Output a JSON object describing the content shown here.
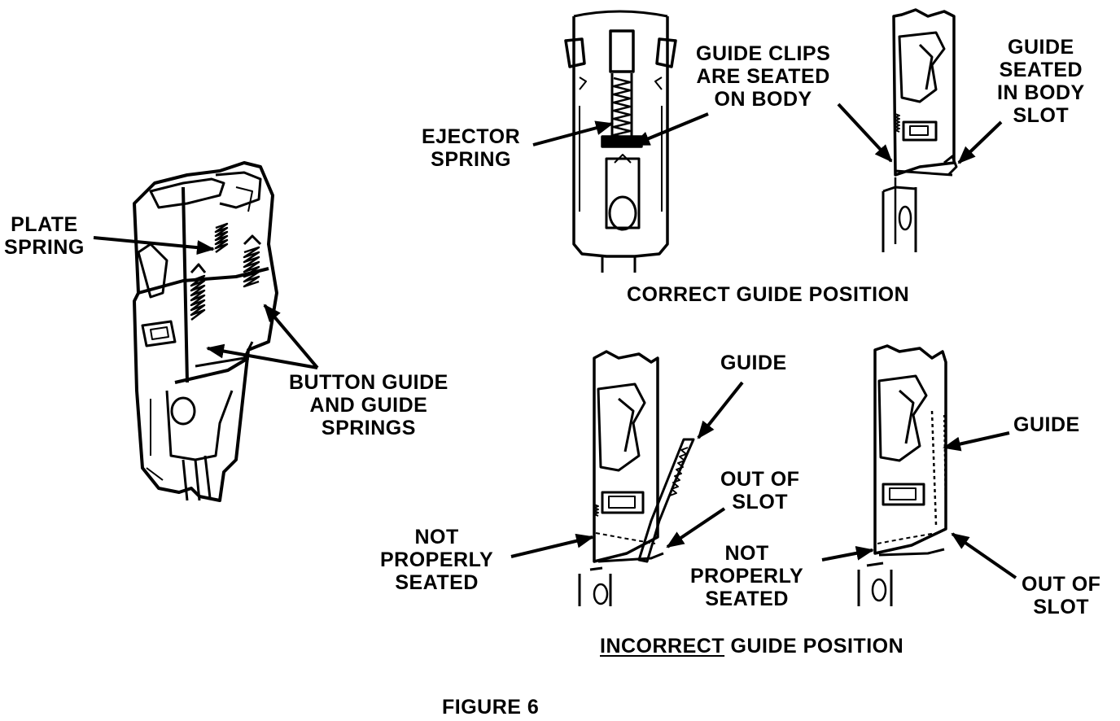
{
  "labels": {
    "plate_spring": "PLATE\nSPRING",
    "button_guide": "BUTTON GUIDE\nAND GUIDE\nSPRINGS",
    "ejector_spring": "EJECTOR\nSPRING",
    "guide_clips": "GUIDE CLIPS\nARE SEATED\nON BODY",
    "guide_seated": "GUIDE\nSEATED\nIN BODY\nSLOT",
    "correct_title": "CORRECT GUIDE POSITION",
    "guide_1": "GUIDE",
    "out_of_slot_1": "OUT OF\nSLOT",
    "not_seated_1": "NOT\nPROPERLY\nSEATED",
    "not_seated_2": "NOT\nPROPERLY\nSEATED",
    "guide_2": "GUIDE",
    "out_of_slot_2": "OUT OF\nSLOT",
    "incorrect_word": "INCORRECT",
    "incorrect_rest": " GUIDE POSITION",
    "figure": "FIGURE 6"
  }
}
